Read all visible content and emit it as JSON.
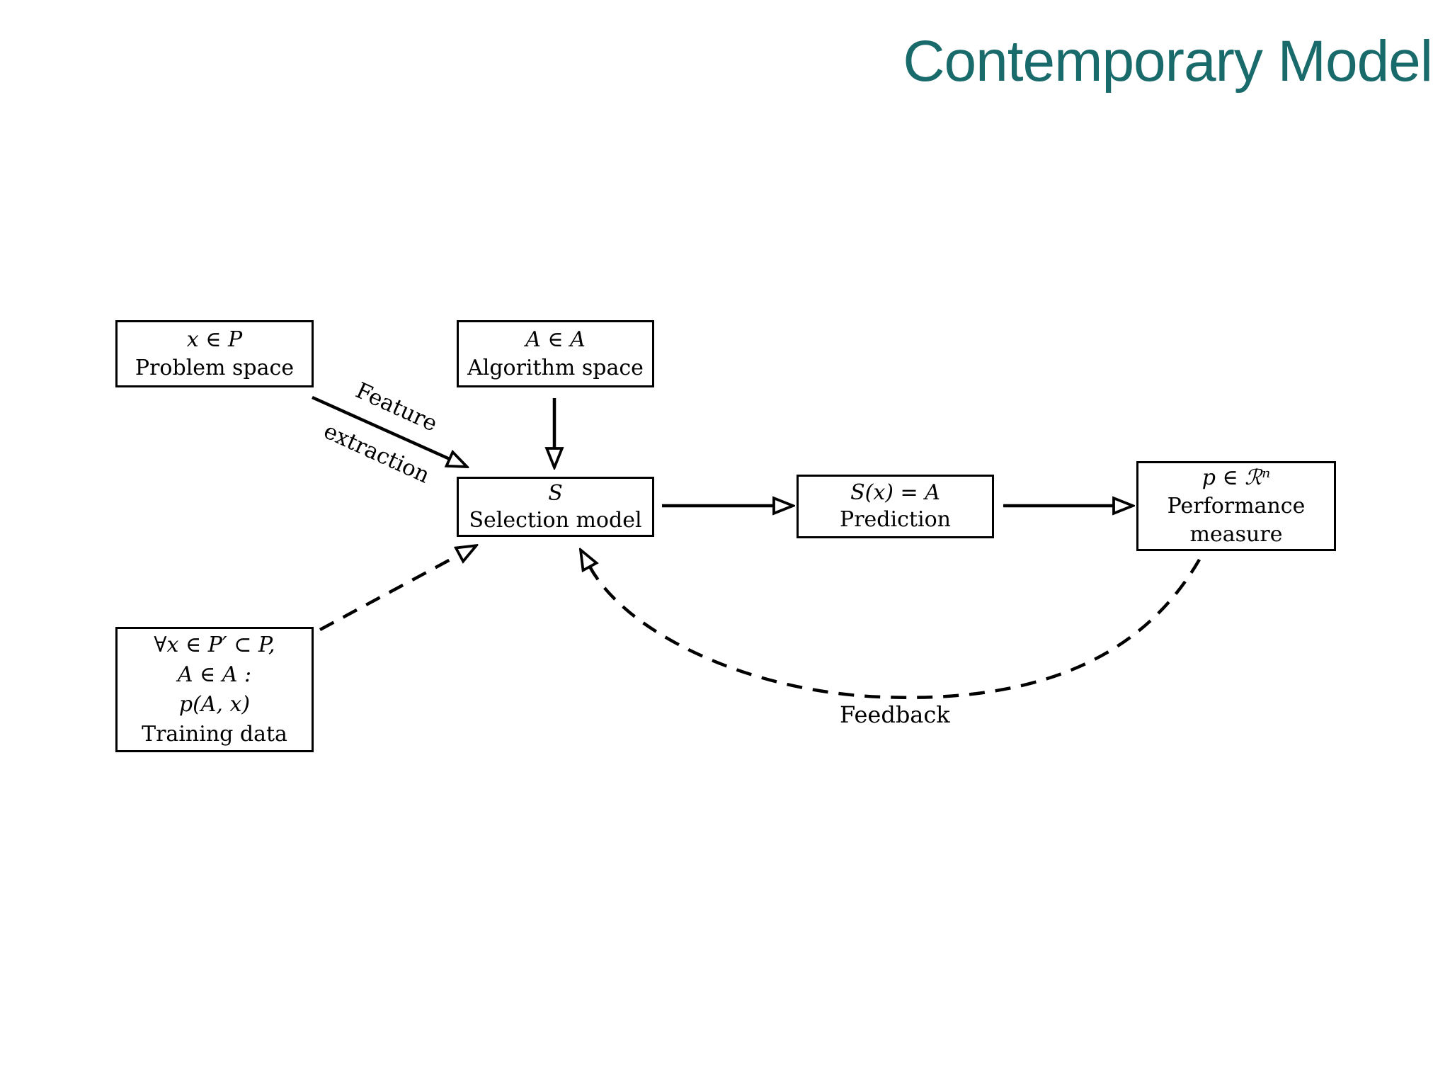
{
  "slide": {
    "title": "Contemporary Model",
    "title_color": "#186a6b"
  },
  "nodes": {
    "problem_space": {
      "math": "x ∈ P",
      "label": "Problem space"
    },
    "algorithm_space": {
      "math": "A ∈ A",
      "label": "Algorithm space"
    },
    "selection_model": {
      "math": "S",
      "label": "Selection model"
    },
    "prediction": {
      "math": "S(x) = A",
      "label": "Prediction"
    },
    "performance_measure": {
      "math": "p ∈ ℛⁿ",
      "label": "Performance measure"
    },
    "training_data": {
      "math1": "∀x ∈ P′ ⊂ P,",
      "math2": "A ∈ A :",
      "math3": "p(A, x)",
      "label": "Training data"
    }
  },
  "edges": {
    "feature_extraction": {
      "from": "Problem space",
      "to": "Selection model",
      "style": "solid",
      "label1": "Feature",
      "label2": "extraction"
    },
    "algorithm_to_selection": {
      "from": "Algorithm space",
      "to": "Selection model",
      "style": "solid"
    },
    "selection_to_prediction": {
      "from": "Selection model",
      "to": "Prediction",
      "style": "solid"
    },
    "prediction_to_performance": {
      "from": "Prediction",
      "to": "Performance measure",
      "style": "solid"
    },
    "training_to_selection": {
      "from": "Training data",
      "to": "Selection model",
      "style": "dashed"
    },
    "feedback": {
      "from": "Performance measure",
      "to": "Selection model",
      "style": "dashed",
      "label": "Feedback"
    }
  }
}
